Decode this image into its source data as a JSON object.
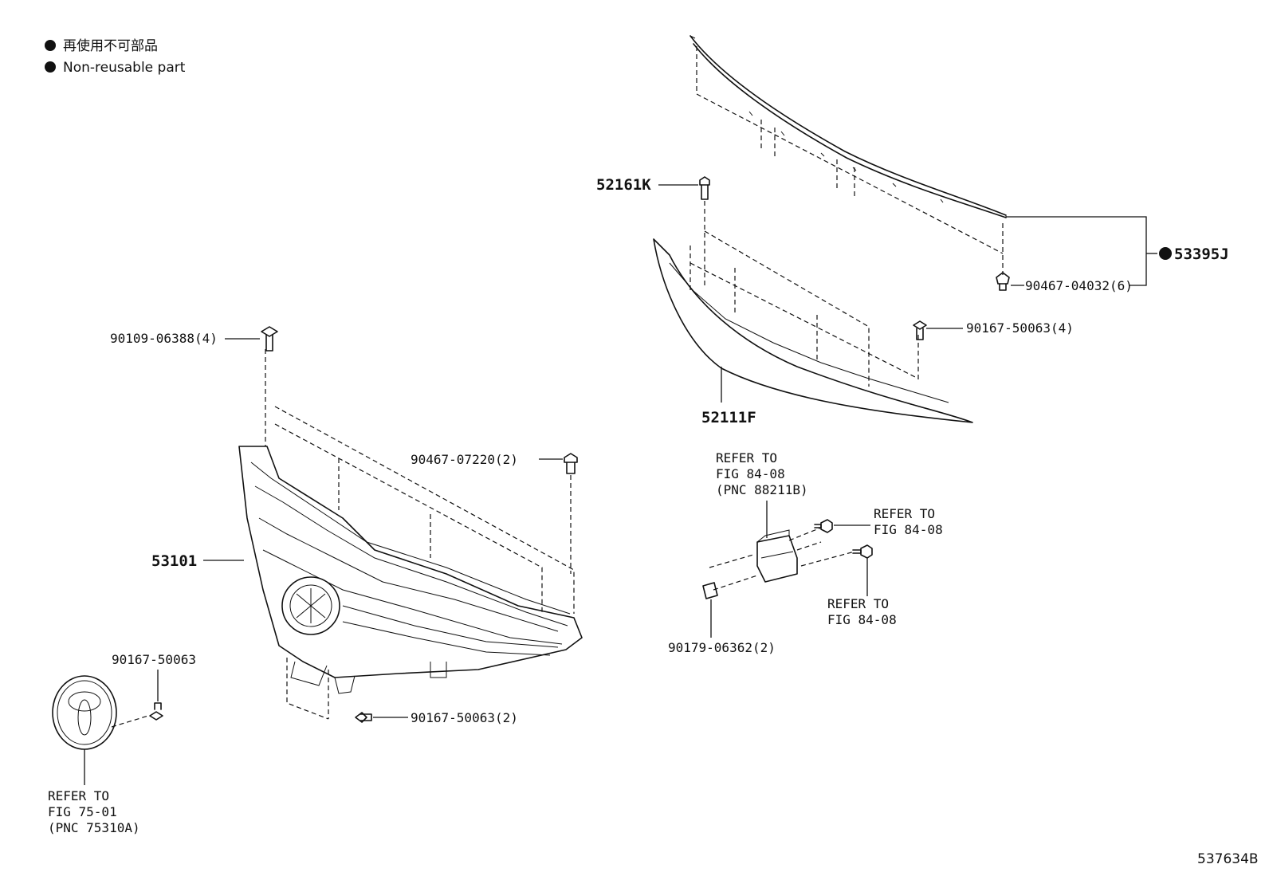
{
  "legend": {
    "line_ja": "再使用不可部品",
    "line_en": "Non-reusable part"
  },
  "labels": {
    "p52161K": "52161K",
    "p53395J": "53395J",
    "p90467_04032": "90467-04032(6)",
    "p90167_50063_4": "90167-50063(4)",
    "p52111F": "52111F",
    "p90109_06388": "90109-06388(4)",
    "p90467_07220": "90467-07220(2)",
    "p53101": "53101",
    "p90167_50063": "90167-50063",
    "p90167_50063_2": "90167-50063(2)",
    "p90179_06362": "90179-06362(2)"
  },
  "refs": {
    "sensor": [
      "REFER TO",
      "FIG 84-08",
      "(PNC 88211B)"
    ],
    "bolt_a": [
      "REFER TO",
      "FIG 84-08"
    ],
    "bolt_b": [
      "REFER TO",
      "FIG 84-08"
    ],
    "emblem": [
      "REFER TO",
      "FIG 75-01",
      "(PNC 75310A)"
    ]
  },
  "diagram_id": "537634B",
  "icons": {
    "non_reusable_marker": "filled-circle-icon",
    "emblem": "toyota-emblem-icon"
  }
}
